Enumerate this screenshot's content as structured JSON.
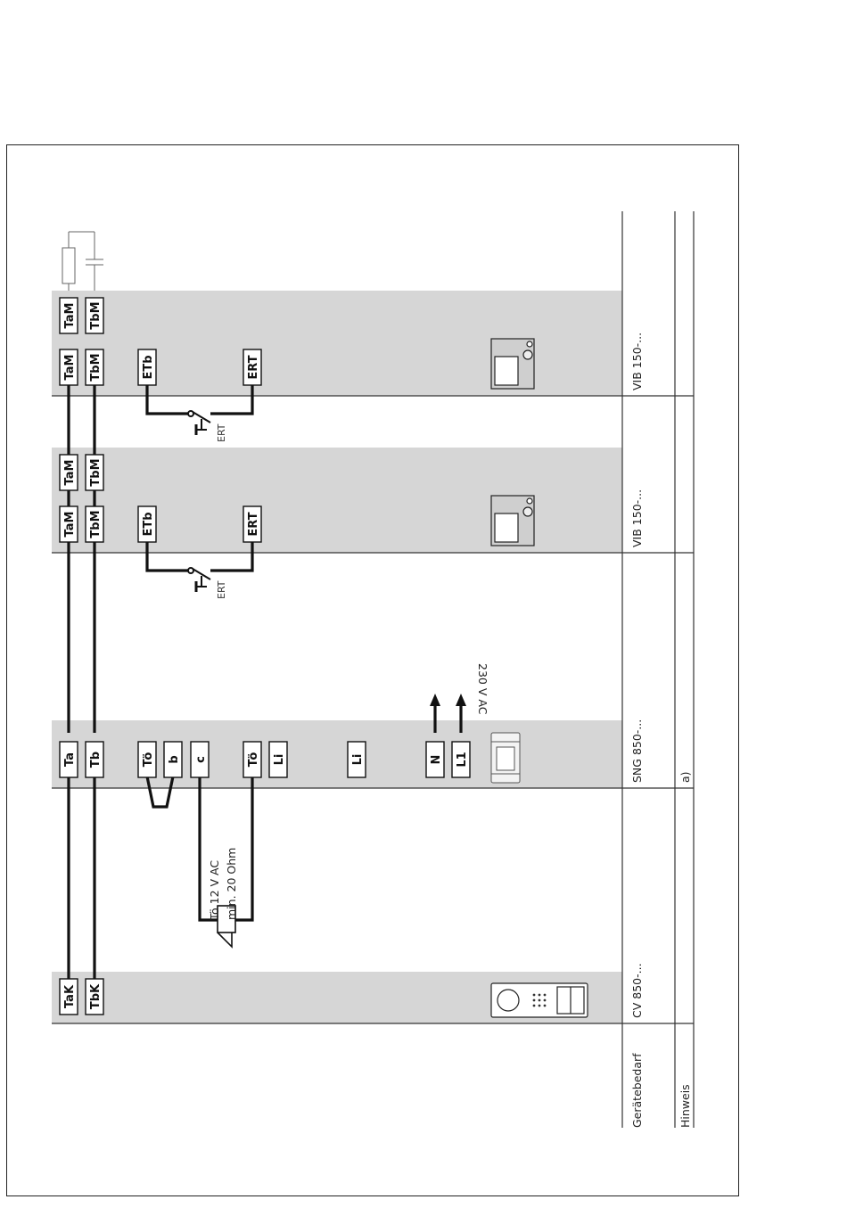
{
  "devices": {
    "cv": "CV 850-...",
    "sng": "SNG 850-...",
    "vib1": "VIB 150-...",
    "vib2": "VIB 150-..."
  },
  "table": {
    "geraetebedarf": "Gerätebedarf",
    "hinweis": "Hinweis",
    "hinweis_sng": "a)"
  },
  "terminals": {
    "cv": [
      "TaK",
      "TbK"
    ],
    "sng": [
      "Ta",
      "Tb",
      "Tö",
      "b",
      "c",
      "Tö",
      "Li",
      "Li",
      "N",
      "L1"
    ],
    "vib1": [
      "TaM",
      "TbM",
      "ETb",
      "ERT",
      "TaM",
      "TbM"
    ],
    "vib2": [
      "TaM",
      "TbM",
      "ETb",
      "ERT",
      "TaM",
      "TbM"
    ]
  },
  "labels": {
    "door_opener": [
      "Tö 12 V AC",
      "min. 20 Ohm"
    ],
    "mains": "230 V AC",
    "ert1": "ERT",
    "ert2": "ERT"
  },
  "colors": {
    "band": "#d6d6d6",
    "wire": "#111111",
    "frame": "#222222"
  }
}
